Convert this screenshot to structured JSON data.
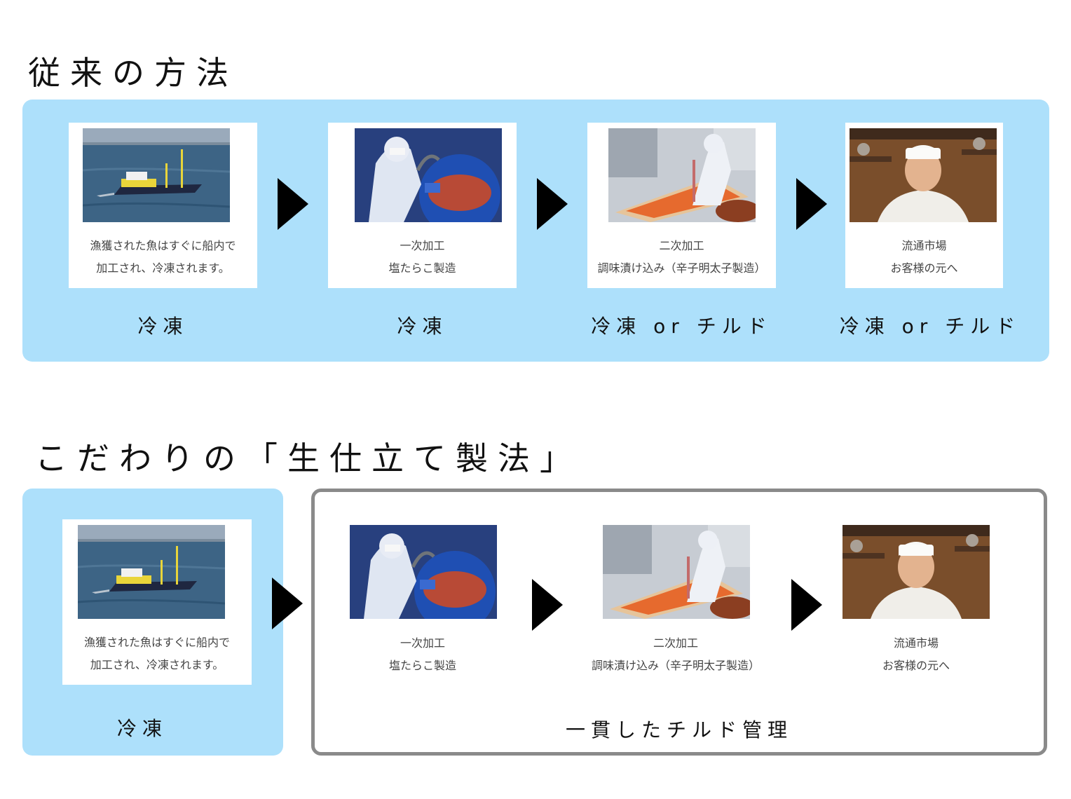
{
  "traditional": {
    "title": "従来の方法",
    "steps": [
      {
        "icon": "fishing-boat-photo",
        "line1": "漁獲された魚はすぐに船内で",
        "line2": "加工され、冷凍されます。",
        "stage": "冷凍"
      },
      {
        "icon": "worker-barrel-photo",
        "line1": "一次加工",
        "line2": "塩たらこ製造",
        "stage": "冷凍"
      },
      {
        "icon": "roe-tray-worker-photo",
        "line1": "二次加工",
        "line2": "調味漬け込み（辛子明太子製造）",
        "stage": "冷凍 or チルド"
      },
      {
        "icon": "chef-photo",
        "line1": "流通市場",
        "line2": "お客様の元へ",
        "stage": "冷凍 or チルド"
      }
    ]
  },
  "special": {
    "title": "こだわりの「生仕立て製法」",
    "first_step": {
      "icon": "fishing-boat-photo",
      "line1": "漁獲された魚はすぐに船内で",
      "line2": "加工され、冷凍されます。",
      "stage": "冷凍"
    },
    "chilled_steps": [
      {
        "icon": "worker-barrel-photo",
        "line1": "一次加工",
        "line2": "塩たらこ製造"
      },
      {
        "icon": "roe-tray-worker-photo",
        "line1": "二次加工",
        "line2": "調味漬け込み（辛子明太子製造）"
      },
      {
        "icon": "chef-photo",
        "line1": "流通市場",
        "line2": "お客様の元へ"
      }
    ],
    "chilled_label": "一貫したチルド管理"
  },
  "colors": {
    "panel": "#ade0fb",
    "frame": "#8a8a8a",
    "arrow": "#000000"
  }
}
